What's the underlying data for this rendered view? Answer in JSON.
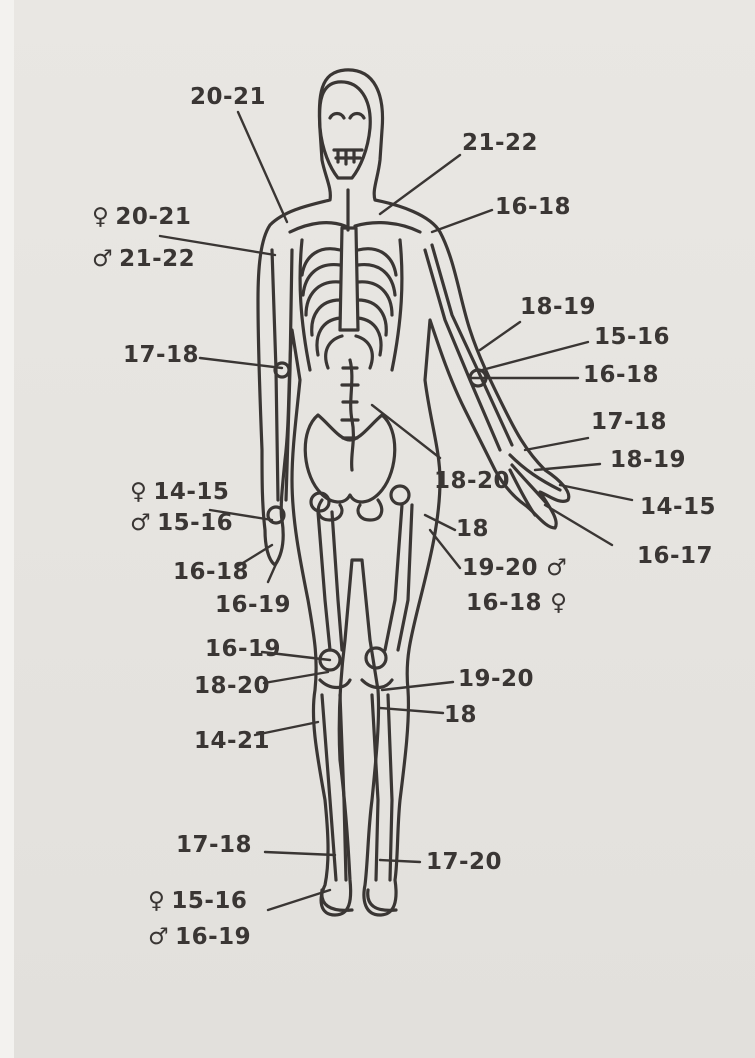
{
  "symbols": {
    "female": "♀",
    "male": "♂"
  },
  "colors": {
    "ink": "#3a3634",
    "paper": "#e7e5e1"
  },
  "labels": {
    "skull_suture": "20-21",
    "sternal_clavicle": "21-22",
    "shoulder_acromion": "16-18",
    "clavicle_female": "20-21",
    "clavicle_male": "21-22",
    "humerus_prox": "17-18",
    "elbow_a": "18-19",
    "elbow_b": "15-16",
    "elbow_c": "16-18",
    "hand_a": "17-18",
    "hand_b": "18-19",
    "hand_c": "14-15",
    "hand_d": "16-17",
    "pelvis": "18-20",
    "femur_head": "18",
    "greater_trochanter_male": "19-20",
    "greater_trochanter_female": "16-18",
    "wrist_female": "14-15",
    "wrist_male": "15-16",
    "radius_distal": "16-18",
    "ulna_distal": "16-19",
    "femur_distal": "16-19",
    "tibia_prox": "18-20",
    "knee_a": "19-20",
    "knee_b": "18",
    "tibia_shaft": "14-21",
    "ankle": "17-18",
    "fibula_distal": "17-20",
    "foot_female": "15-16",
    "foot_male": "16-19"
  }
}
